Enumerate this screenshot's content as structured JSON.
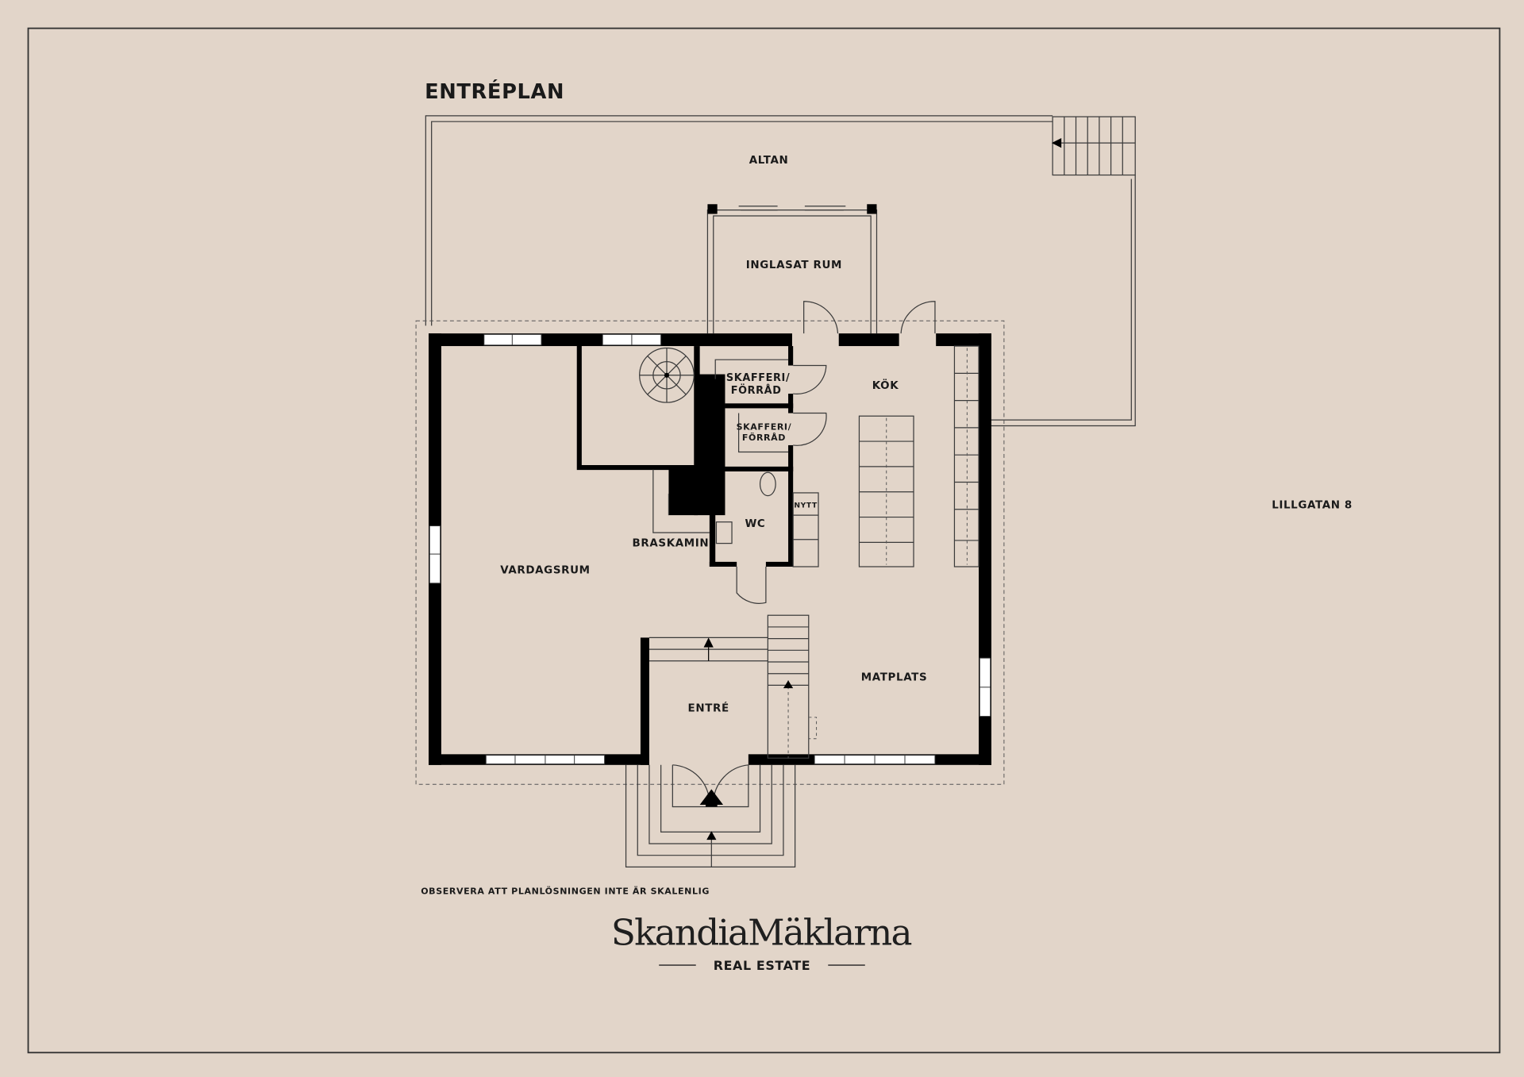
{
  "title": "ENTRÉPLAN",
  "rooms": {
    "altan": "ALTAN",
    "inglasat_rum": "INGLASAT RUM",
    "skafferi_1": [
      "SKAFFERI/",
      "FÖRRÅD"
    ],
    "skafferi_2": [
      "SKAFFERI/",
      "FÖRRÅD"
    ],
    "kok": "KÖK",
    "wc": "WC",
    "nytt": "NYTT",
    "braskamin": "BRASKAMIN",
    "vardagsrum": "VARDAGSRUM",
    "matplats": "MATPLATS",
    "entre": "ENTRÉ"
  },
  "address": "LILLGATAN 8",
  "disclaimer": "OBSERVERA ATT PLANLÖSNINGEN INTE ÄR SKALENLIG",
  "brand": {
    "name": "SkandiaMäklarna",
    "tagline": "REAL ESTATE"
  },
  "colors": {
    "background": "#e2d5c9",
    "walls": "#000000",
    "lines": "#3a3a3a"
  }
}
